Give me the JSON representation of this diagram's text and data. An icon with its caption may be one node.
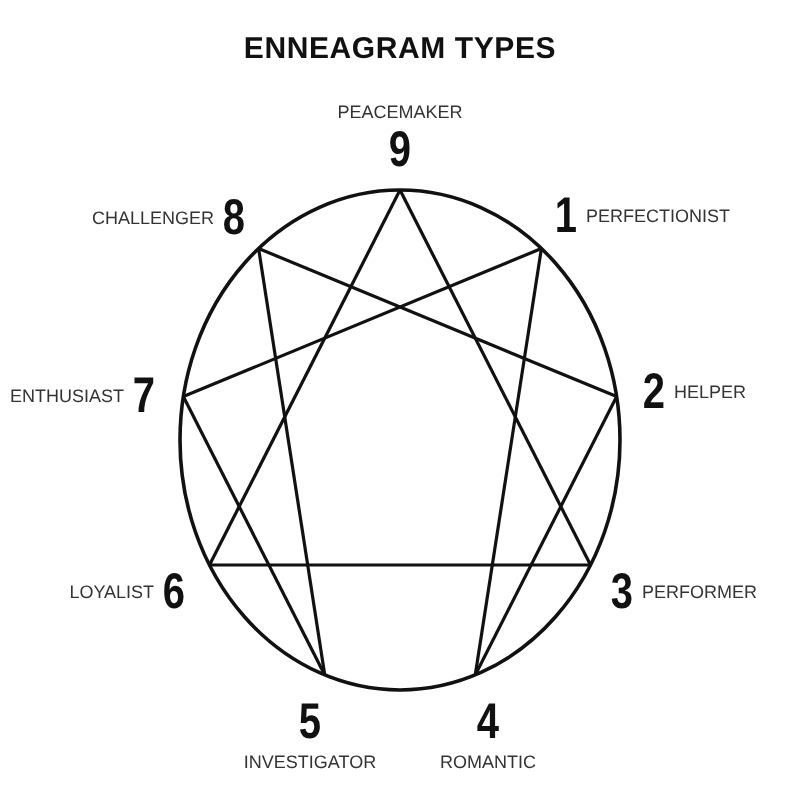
{
  "diagram": {
    "title": "ENNEAGRAM TYPES",
    "nodes": [
      {
        "text": [
          "1"
        ],
        "beside": [
          "PERFECTIONIST"
        ]
      },
      {
        "text": [
          "2"
        ],
        "beside": [
          "HELPER"
        ]
      },
      {
        "text": [
          "3"
        ],
        "beside": [
          "PERFORMER"
        ]
      },
      {
        "text": [
          "4"
        ],
        "beside": [
          "ROMANTIC"
        ]
      },
      {
        "text": [
          "5"
        ],
        "beside": [
          "INVESTIGATOR"
        ]
      },
      {
        "text": [
          "6"
        ],
        "beside": [
          "LOYALIST"
        ]
      },
      {
        "text": [
          "7"
        ],
        "beside": [
          "ENTHUSIAST"
        ]
      },
      {
        "text": [
          "8"
        ],
        "beside": [
          "CHALLENGER"
        ]
      },
      {
        "text": [
          "9"
        ],
        "beside": [
          "PEACEMAKER"
        ]
      }
    ],
    "edges": [
      {
        "from": 8,
        "to": 2,
        "arrow": "none"
      },
      {
        "from": 2,
        "to": 5,
        "arrow": "none"
      },
      {
        "from": 5,
        "to": 8,
        "arrow": "none"
      },
      {
        "from": 0,
        "to": 3,
        "arrow": "none"
      },
      {
        "from": 3,
        "to": 1,
        "arrow": "none"
      },
      {
        "from": 1,
        "to": 7,
        "arrow": "none"
      },
      {
        "from": 7,
        "to": 4,
        "arrow": "none"
      },
      {
        "from": 4,
        "to": 6,
        "arrow": "none"
      },
      {
        "from": 6,
        "to": 0,
        "arrow": "none"
      }
    ]
  }
}
